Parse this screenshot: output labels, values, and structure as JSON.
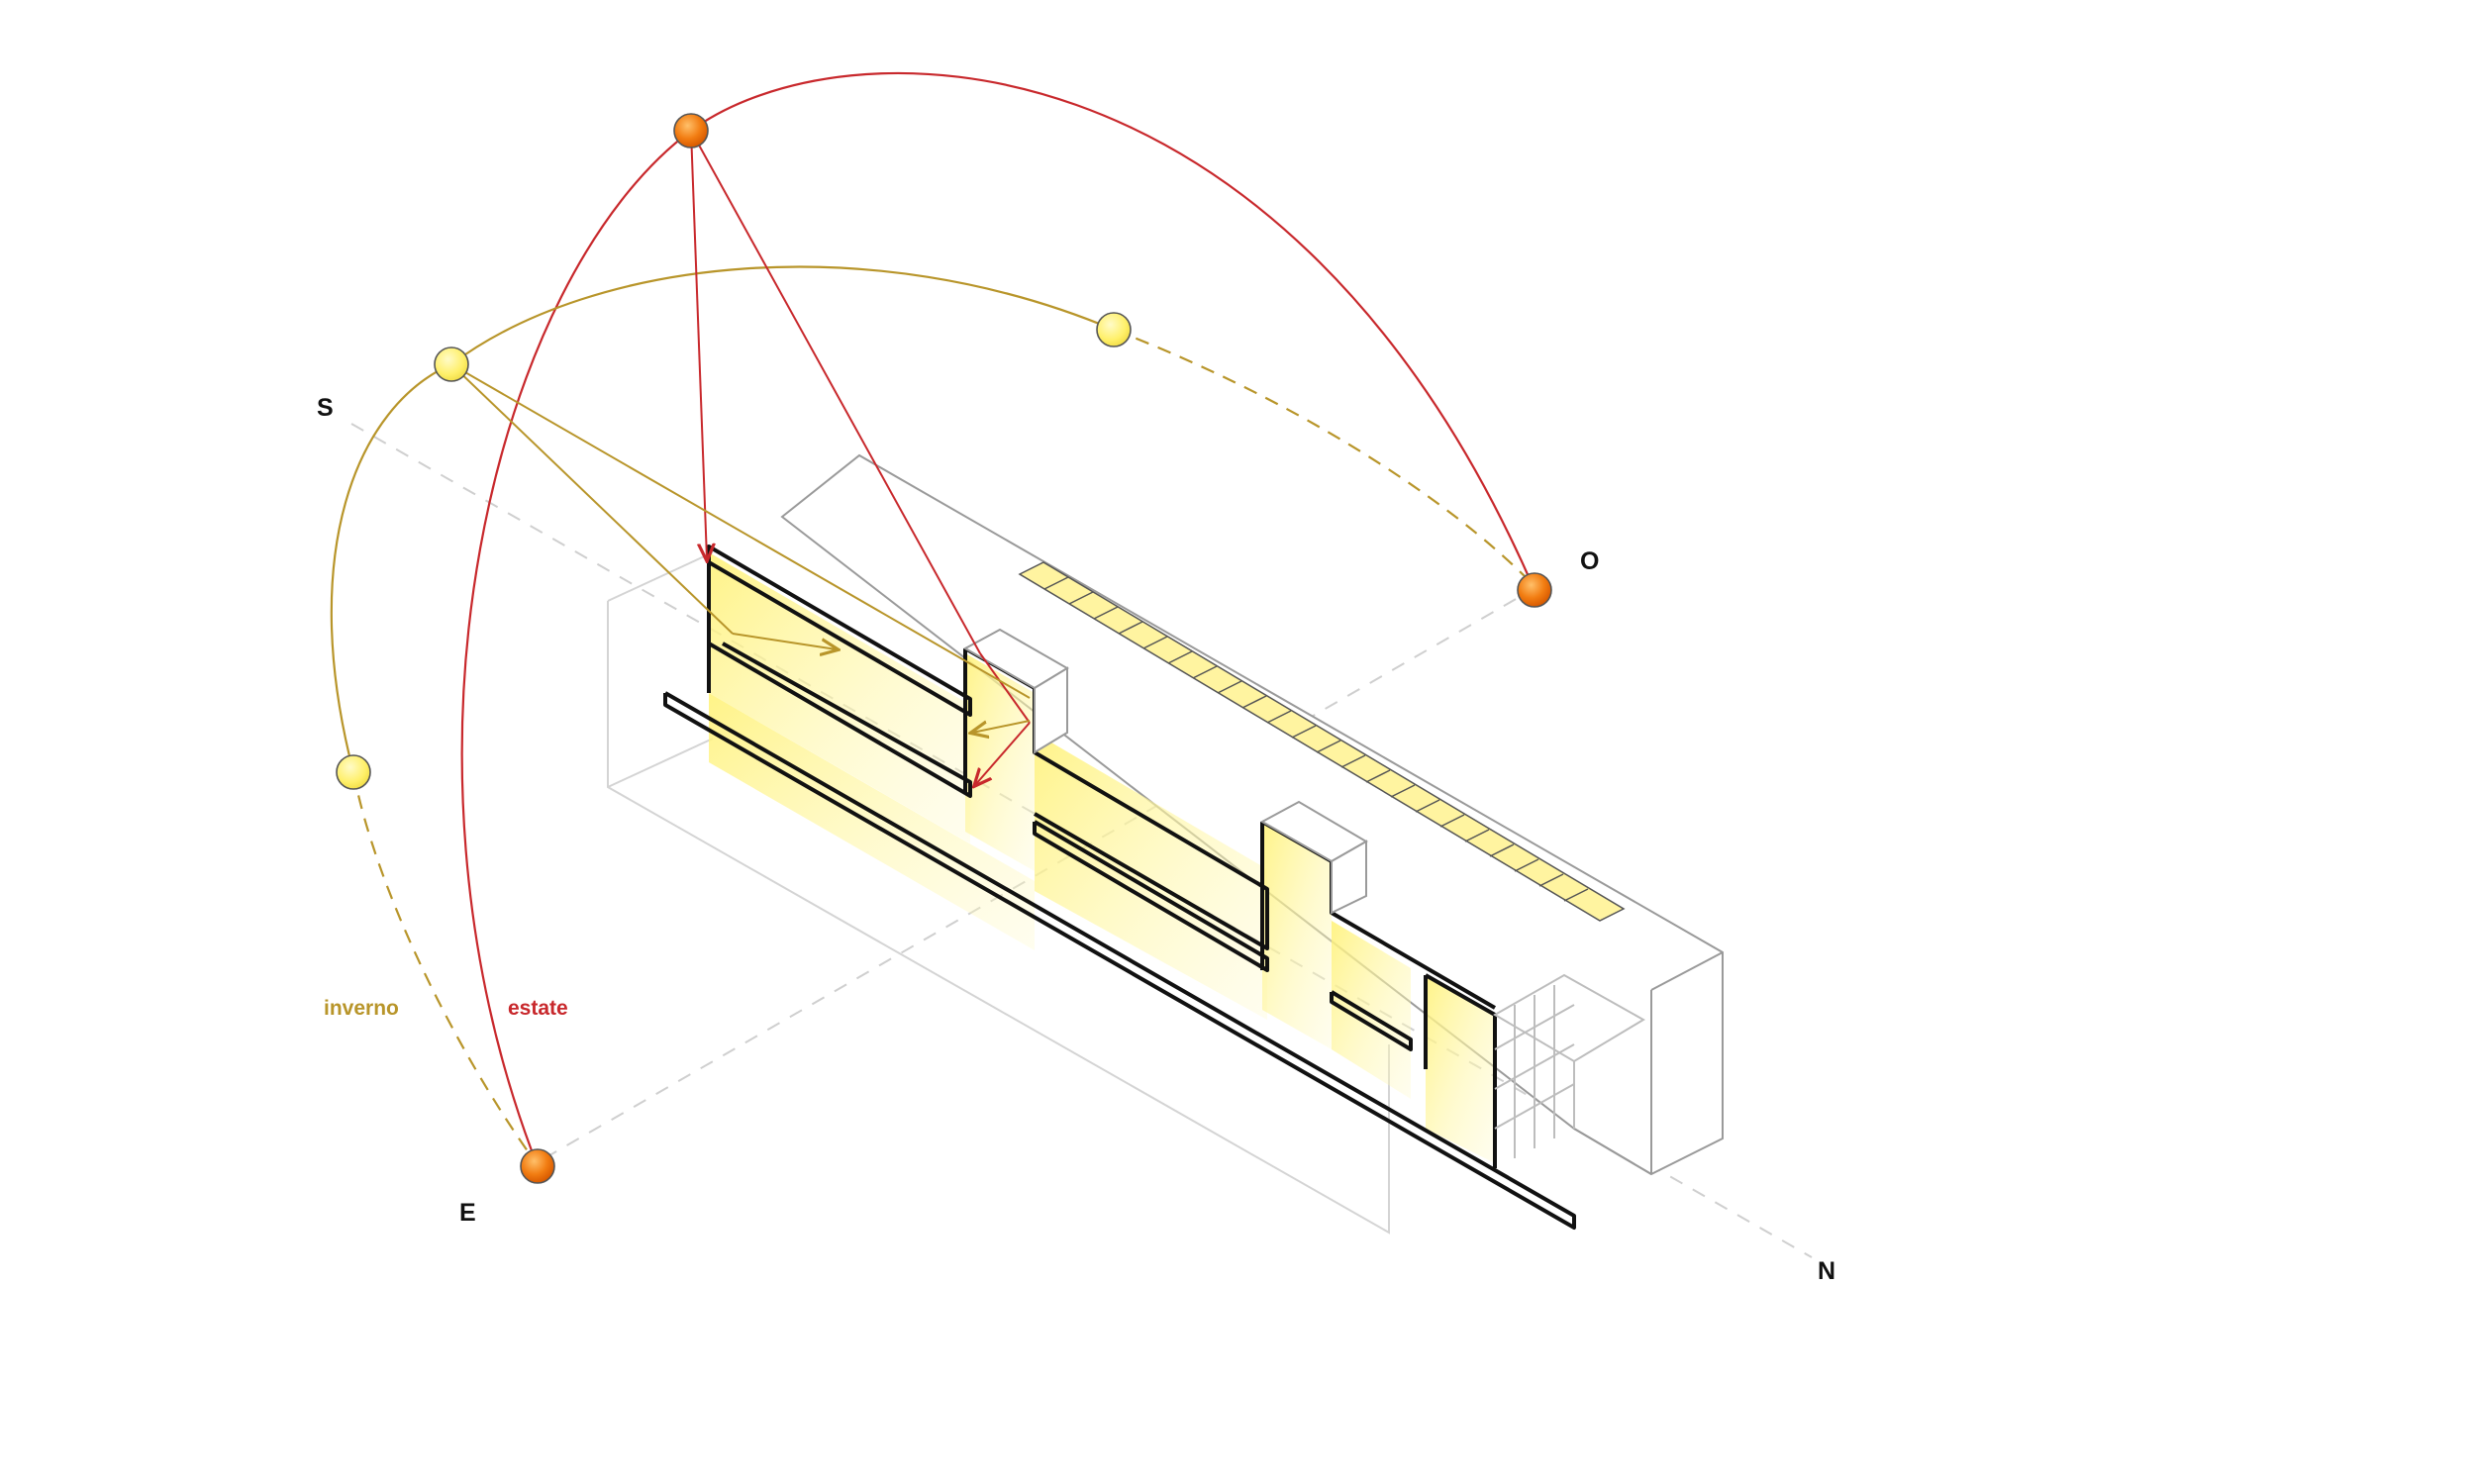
{
  "compass": {
    "south": "S",
    "west": "O",
    "east": "E",
    "north": "N"
  },
  "legend": {
    "winter": "inverno",
    "summer": "estate"
  },
  "colors": {
    "winter": "#b8952a",
    "summer": "#c8282c",
    "sun_summer": "#f07a10",
    "sun_winter": "#fff06a",
    "glow": "#fff27a",
    "ink": "#111111",
    "guide": "#cfcfcf"
  }
}
